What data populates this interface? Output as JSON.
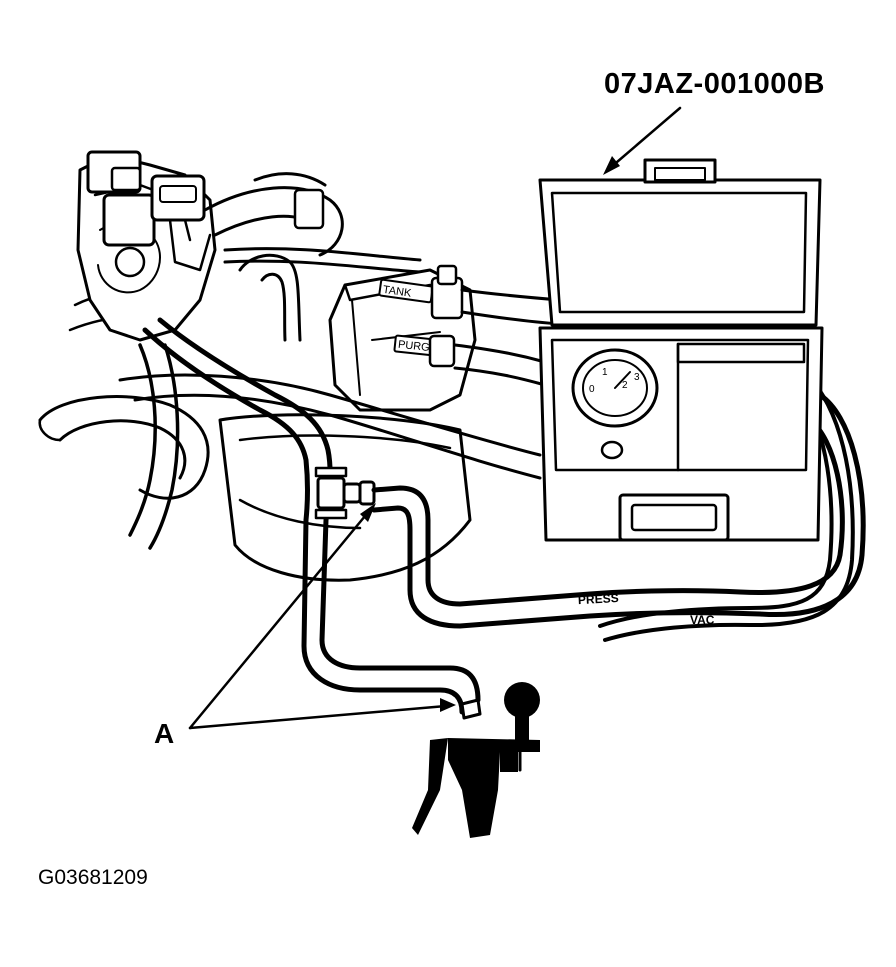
{
  "labels": {
    "tool_number": "07JAZ-001000B",
    "callout_a": "A",
    "figure_id": "G03681209",
    "fitting_tank": "TANK",
    "fitting_purge": "PURGE",
    "hose_press": "PRESS",
    "hose_vac": "VAC",
    "gauge_scale": [
      "0",
      "1",
      "2",
      "3"
    ]
  },
  "colors": {
    "line": "#000000",
    "paper": "#ffffff"
  }
}
